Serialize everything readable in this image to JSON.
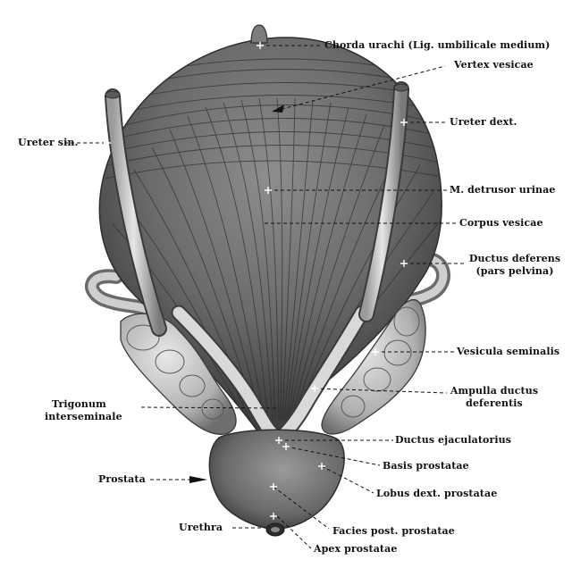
{
  "colors": {
    "background": "#ffffff",
    "organ_dark": "#4a4a4a",
    "organ_mid": "#7a7a7a",
    "organ_light": "#c2c2c2",
    "leader_line": "#111111"
  },
  "labels": {
    "chorda_urachi": "Chorda urachi (Lig. umbilicale medium)",
    "vertex_vesicae": "Vertex vesicae",
    "ureter_dext": "Ureter dext.",
    "ureter_sin": "Ureter sin.",
    "m_detrusor_urinae": "M. detrusor urinae",
    "corpus_vesicae": "Corpus vesicae",
    "ductus_deferens_line1": "Ductus deferens",
    "ductus_deferens_line2": "(pars pelvina)",
    "vesicula_seminalis": "Vesicula seminalis",
    "ampulla_line1": "Ampulla ductus",
    "ampulla_line2": "deferentis",
    "trigonum_line1": "Trigonum",
    "trigonum_line2": "interseminale",
    "ductus_ejaculatorius": "Ductus ejaculatorius",
    "basis_prostatae": "Basis prostatae",
    "prostata": "Prostata",
    "lobus_dext_prostatae": "Lobus dext. prostatae",
    "urethra": "Urethra",
    "facies_post_prostatae": "Facies post. prostatae",
    "apex_prostatae": "Apex prostatae"
  }
}
